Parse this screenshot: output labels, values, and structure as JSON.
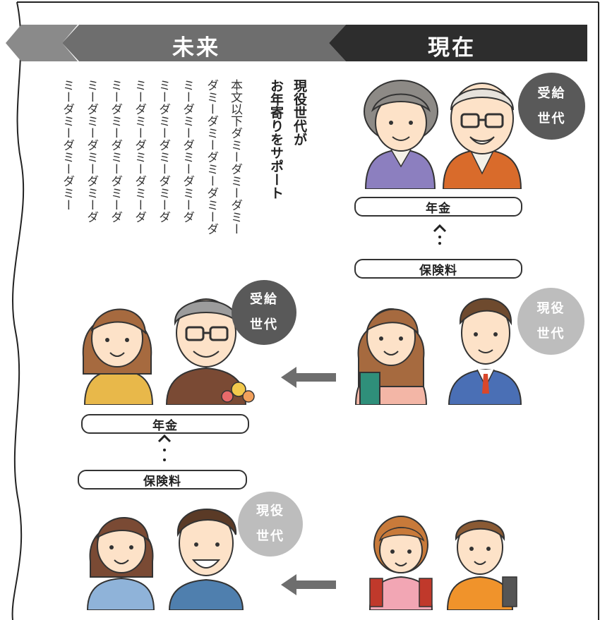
{
  "header": {
    "future_label": "未来",
    "present_label": "現在",
    "colors": {
      "future_band": "#6e6e6e",
      "present_band": "#2d2d2d"
    }
  },
  "vertical_text": {
    "heading_line1": "現役世代が",
    "heading_line2": "お年寄りをサポート",
    "body_lines": [
      "本文以下ダミーダミーダミー",
      "ダミーダミーダミーダミーダ",
      "ミーダミーダミーダミーダ",
      "ミーダミーダミーダミーダ",
      "ミーダミーダミーダミーダ",
      "ミーダミーダミーダミーダ",
      "ミーダミーダミーダミーダ",
      "ミーダミーダミーダミー"
    ]
  },
  "present": {
    "top_badge": {
      "line1": "受給",
      "line2": "世代"
    },
    "pension_label": "年金",
    "premium_label": "保険料",
    "middle_badge": {
      "line1": "現役",
      "line2": "世代"
    }
  },
  "future": {
    "top_badge": {
      "line1": "受給",
      "line2": "世代"
    },
    "pension_label": "年金",
    "premium_label": "保険料",
    "bottom_badge": {
      "line1": "現役",
      "line2": "世代"
    }
  },
  "icons": {
    "flow_arrow": "left-arrow-icon",
    "support_arrow": "up-chevron-icon"
  }
}
